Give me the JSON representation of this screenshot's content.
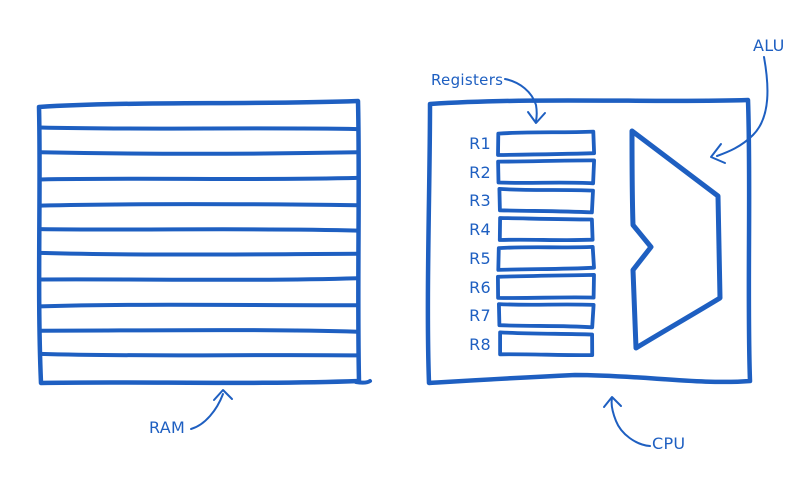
{
  "diagram": {
    "background_color": "#ffffff",
    "ink_color": "#1e5fc1",
    "ram": {
      "label": "RAM",
      "memory_row_count": 10
    },
    "cpu": {
      "label": "CPU"
    },
    "registers": {
      "label": "Registers",
      "items": [
        "R1",
        "R2",
        "R3",
        "R4",
        "R5",
        "R6",
        "R7",
        "R8"
      ]
    },
    "alu": {
      "label": "ALU"
    }
  }
}
